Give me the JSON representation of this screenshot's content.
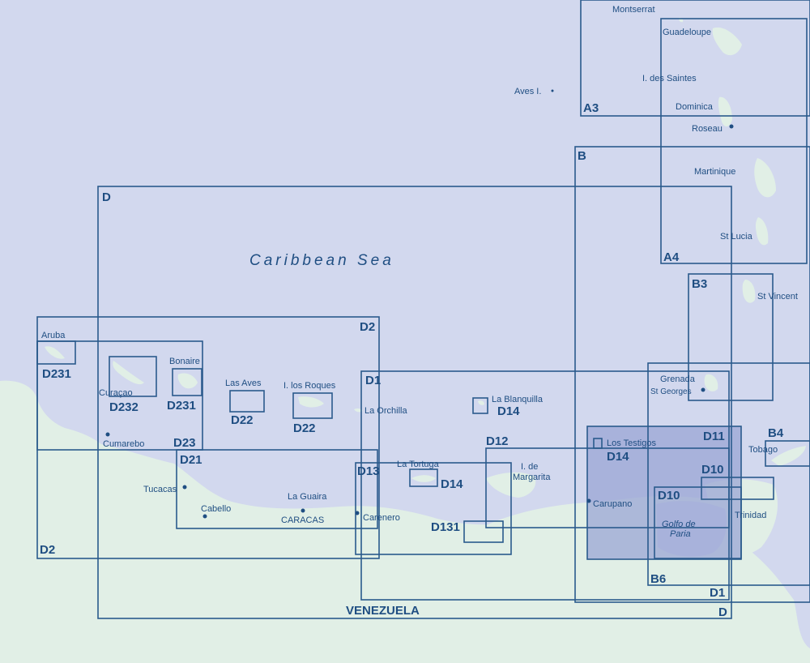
{
  "colors": {
    "sea": "#d2d8ee",
    "land": "#e1efe6",
    "chart_outline": "#2a5a8c",
    "label": "#1f4e82",
    "highlight": "#9aa6d4"
  },
  "sea_label": "Caribbean Sea",
  "country_label": "VENEZUELA",
  "gulf_label_line1": "Golfo de",
  "gulf_label_line2": "Paria",
  "charts": [
    {
      "id": "A3",
      "label": "A3"
    },
    {
      "id": "A4",
      "label": "A4"
    },
    {
      "id": "B",
      "label": "B"
    },
    {
      "id": "B3",
      "label": "B3"
    },
    {
      "id": "B4",
      "label": "B4"
    },
    {
      "id": "B6",
      "label": "B6"
    },
    {
      "id": "D",
      "label": "D"
    },
    {
      "id": "D-bottom",
      "label": "D"
    },
    {
      "id": "D1",
      "label": "D1"
    },
    {
      "id": "D1-bottom",
      "label": "D1"
    },
    {
      "id": "D2",
      "label": "D2"
    },
    {
      "id": "D2-bottom",
      "label": "D2"
    },
    {
      "id": "D10",
      "label": "D10"
    },
    {
      "id": "D10-lower",
      "label": "D10"
    },
    {
      "id": "D11",
      "label": "D11"
    },
    {
      "id": "D12",
      "label": "D12"
    },
    {
      "id": "D13",
      "label": "D13"
    },
    {
      "id": "D131",
      "label": "D131"
    },
    {
      "id": "D14-blanquilla",
      "label": "D14"
    },
    {
      "id": "D14-tortuga",
      "label": "D14"
    },
    {
      "id": "D14-testigos",
      "label": "D14"
    },
    {
      "id": "D21",
      "label": "D21"
    },
    {
      "id": "D22-aves",
      "label": "D22"
    },
    {
      "id": "D22-roques",
      "label": "D22"
    },
    {
      "id": "D23",
      "label": "D23"
    },
    {
      "id": "D231-aruba",
      "label": "D231"
    },
    {
      "id": "D231-bonaire",
      "label": "D231"
    },
    {
      "id": "D232",
      "label": "D232"
    }
  ],
  "places": [
    {
      "name": "Montserrat"
    },
    {
      "name": "Guadeloupe"
    },
    {
      "name": "I. des Saintes"
    },
    {
      "name": "Aves I."
    },
    {
      "name": "Dominica"
    },
    {
      "name": "Roseau"
    },
    {
      "name": "Martinique"
    },
    {
      "name": "St Lucia"
    },
    {
      "name": "St Vincent"
    },
    {
      "name": "Grenada"
    },
    {
      "name": "St Georges"
    },
    {
      "name": "Tobago"
    },
    {
      "name": "Trinidad"
    },
    {
      "name": "Aruba"
    },
    {
      "name": "Curaçao"
    },
    {
      "name": "Bonaire"
    },
    {
      "name": "Las Aves"
    },
    {
      "name": "I. los Roques"
    },
    {
      "name": "La Orchilla"
    },
    {
      "name": "La Blanquilla"
    },
    {
      "name": "Los Testigos"
    },
    {
      "name": "La Tortuga"
    },
    {
      "name": "I. de"
    },
    {
      "name": "Margarita"
    },
    {
      "name": "Cumarebo"
    },
    {
      "name": "Tucacas"
    },
    {
      "name": "Cabello"
    },
    {
      "name": "La Guaira"
    },
    {
      "name": "CARACAS"
    },
    {
      "name": "Carenero"
    },
    {
      "name": "Carupano"
    }
  ]
}
